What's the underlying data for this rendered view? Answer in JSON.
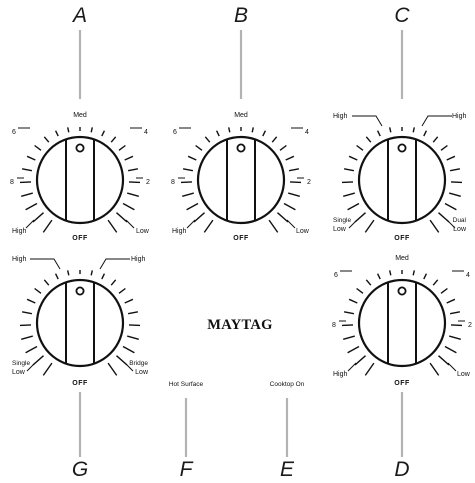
{
  "callouts": {
    "a": "A",
    "b": "B",
    "c": "C",
    "d": "D",
    "e": "E",
    "f": "F",
    "g": "G"
  },
  "knob_a": {
    "med": "Med",
    "six": "6",
    "four": "4",
    "eight": "8",
    "two": "2",
    "high": "High",
    "low": "Low",
    "off": "OFF"
  },
  "knob_b": {
    "med": "Med",
    "six": "6",
    "four": "4",
    "eight": "8",
    "two": "2",
    "high": "High",
    "low": "Low",
    "off": "OFF"
  },
  "knob_c": {
    "high_left": "High",
    "high_right": "High",
    "single": "Single",
    "low_left": "Low",
    "dual": "Dual",
    "low_right": "Low",
    "off": "OFF"
  },
  "knob_g": {
    "high_left": "High",
    "high_right": "High",
    "single": "Single",
    "low_left": "Low",
    "bridge": "Bridge",
    "low_right": "Low",
    "off": "OFF"
  },
  "knob_d": {
    "med": "Med",
    "six": "6",
    "four": "4",
    "eight": "8",
    "two": "2",
    "high": "High",
    "low": "Low",
    "off": "OFF"
  },
  "indicators": {
    "hot_surface": "Hot Surface",
    "cooktop_on": "Cooktop On"
  },
  "brand": "MAYTAG",
  "colors": {
    "callout_line": "#b3b3b3",
    "ink": "#111111"
  }
}
